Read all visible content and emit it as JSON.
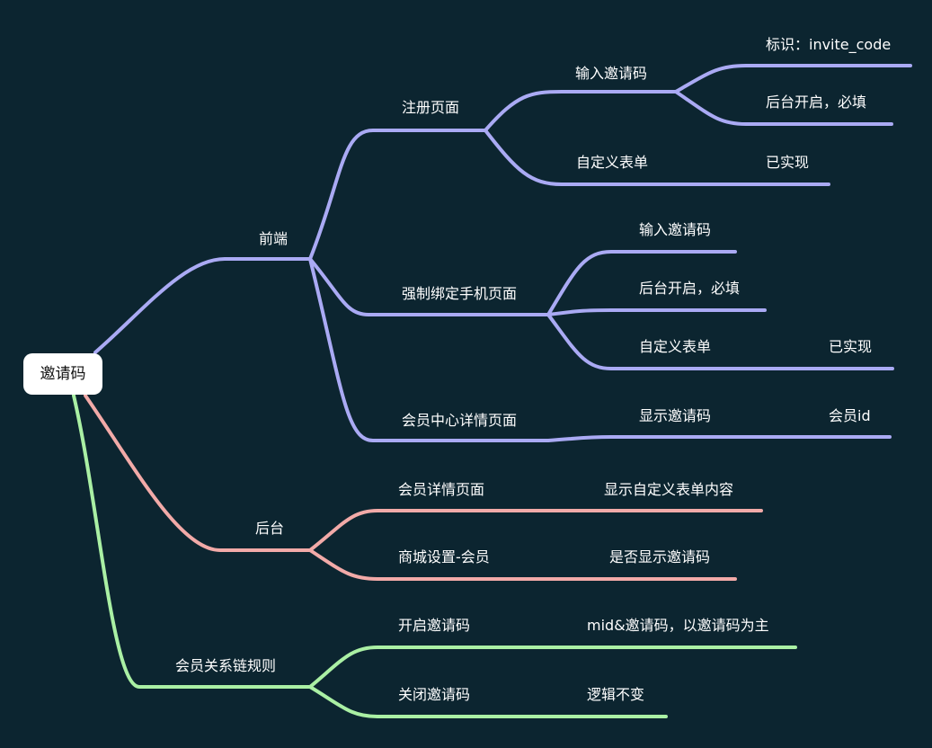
{
  "root": "邀请码",
  "frontend": {
    "label": "前端",
    "register": {
      "label": "注册页面",
      "input_code": {
        "label": "输入邀请码",
        "id_note": "标识：invite_code",
        "backend_note": "后台开启，必填"
      },
      "custom_form": {
        "label": "自定义表单",
        "status": "已实现"
      }
    },
    "bind_phone": {
      "label": "强制绑定手机页面",
      "input_code": "输入邀请码",
      "backend_note": "后台开启，必填",
      "custom_form": {
        "label": "自定义表单",
        "status": "已实现"
      }
    },
    "member_center": {
      "label": "会员中心详情页面",
      "show_code": {
        "label": "显示邀请码",
        "note": "会员id"
      }
    }
  },
  "backend": {
    "label": "后台",
    "member_detail": {
      "label": "会员详情页面",
      "note": "显示自定义表单内容"
    },
    "mall_settings": {
      "label": "商城设置-会员",
      "note": "是否显示邀请码"
    }
  },
  "relation_rules": {
    "label": "会员关系链规则",
    "enable": {
      "label": "开启邀请码",
      "note": "mid&邀请码，以邀请码为主"
    },
    "disable": {
      "label": "关闭邀请码",
      "note": "逻辑不变"
    }
  },
  "colors": {
    "background": "#0c2530",
    "frontend_branch": "#aaaaf4",
    "backend_branch": "#f2aaa8",
    "rules_branch": "#aaf0a4"
  }
}
